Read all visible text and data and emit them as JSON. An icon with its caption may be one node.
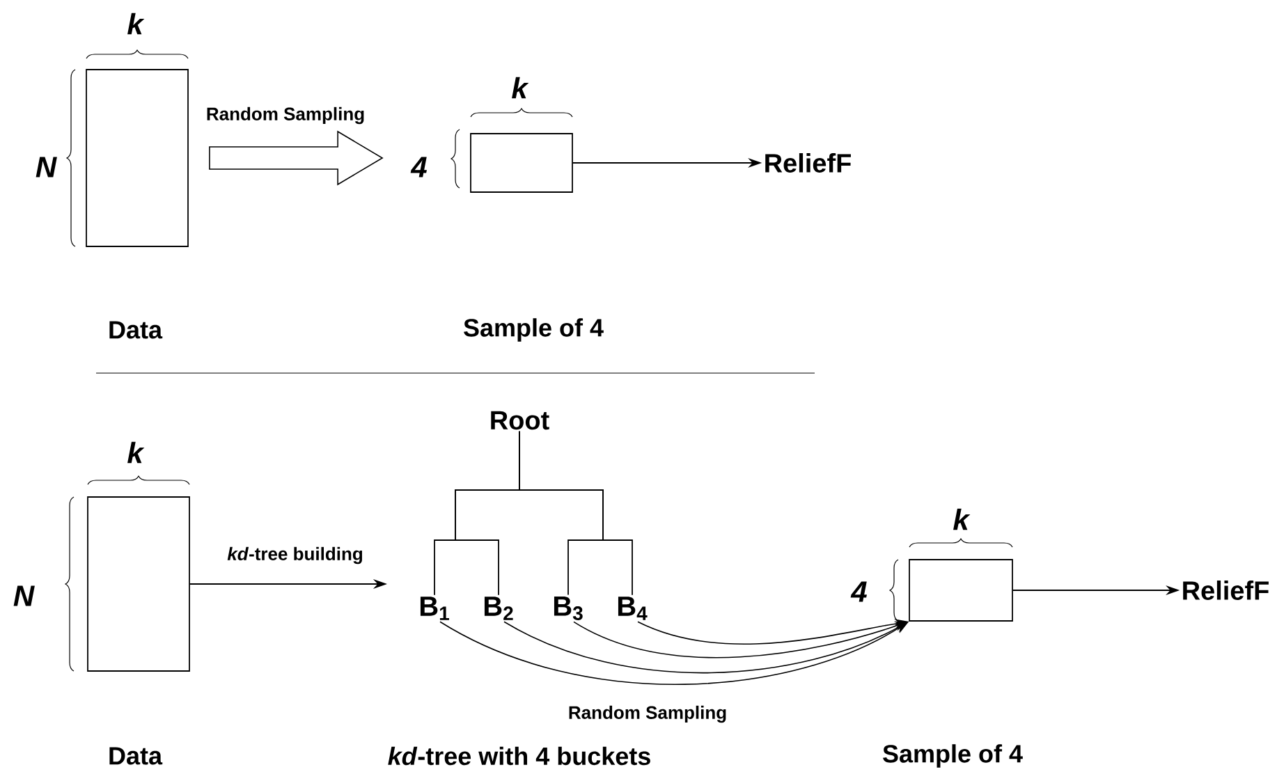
{
  "diagram": {
    "nodes": [
      {
        "text": [],
        "shape": "box"
      },
      {
        "text": [],
        "shape": "box"
      },
      {
        "text": [
          "ReliefF"
        ]
      },
      {
        "text": [],
        "shape": "box"
      },
      {
        "text": [
          "Root"
        ]
      },
      {
        "text": [
          "B$_{1}$"
        ]
      },
      {
        "text": [
          "B$_{2}$"
        ]
      },
      {
        "text": [
          "B$_{3}$"
        ]
      },
      {
        "text": [
          "B$_{4}$"
        ]
      },
      {
        "text": [],
        "shape": "box"
      },
      {
        "text": [
          "ReliefF"
        ]
      }
    ],
    "edges": [
      {
        "from": 0,
        "to": 1,
        "arrow": "to",
        "label": "Random Sampling",
        "style": "thick"
      },
      {
        "from": 1,
        "to": 2,
        "arrow": "to"
      },
      {
        "from": 3,
        "to": null,
        "arrow": "to",
        "label": "*kd*-tree building"
      },
      {
        "from": 4,
        "to": 5,
        "arrow": "none"
      },
      {
        "from": 4,
        "to": 6,
        "arrow": "none"
      },
      {
        "from": 4,
        "to": 7,
        "arrow": "none"
      },
      {
        "from": 4,
        "to": 8,
        "arrow": "none"
      },
      {
        "from": 5,
        "to": 9,
        "arrow": "to",
        "label": "Random Sampling"
      },
      {
        "from": 6,
        "to": 9,
        "arrow": "to"
      },
      {
        "from": 7,
        "to": 9,
        "arrow": "to"
      },
      {
        "from": 8,
        "to": 9,
        "arrow": "to"
      },
      {
        "from": 9,
        "to": 10,
        "arrow": "to"
      }
    ],
    "labels": [
      "k",
      "k",
      "N",
      "4",
      "Data",
      "Sample of 4",
      "k",
      "k",
      "N",
      "4",
      "Data",
      "*kd*-tree with 4 buckets",
      "Sample of 4"
    ]
  }
}
